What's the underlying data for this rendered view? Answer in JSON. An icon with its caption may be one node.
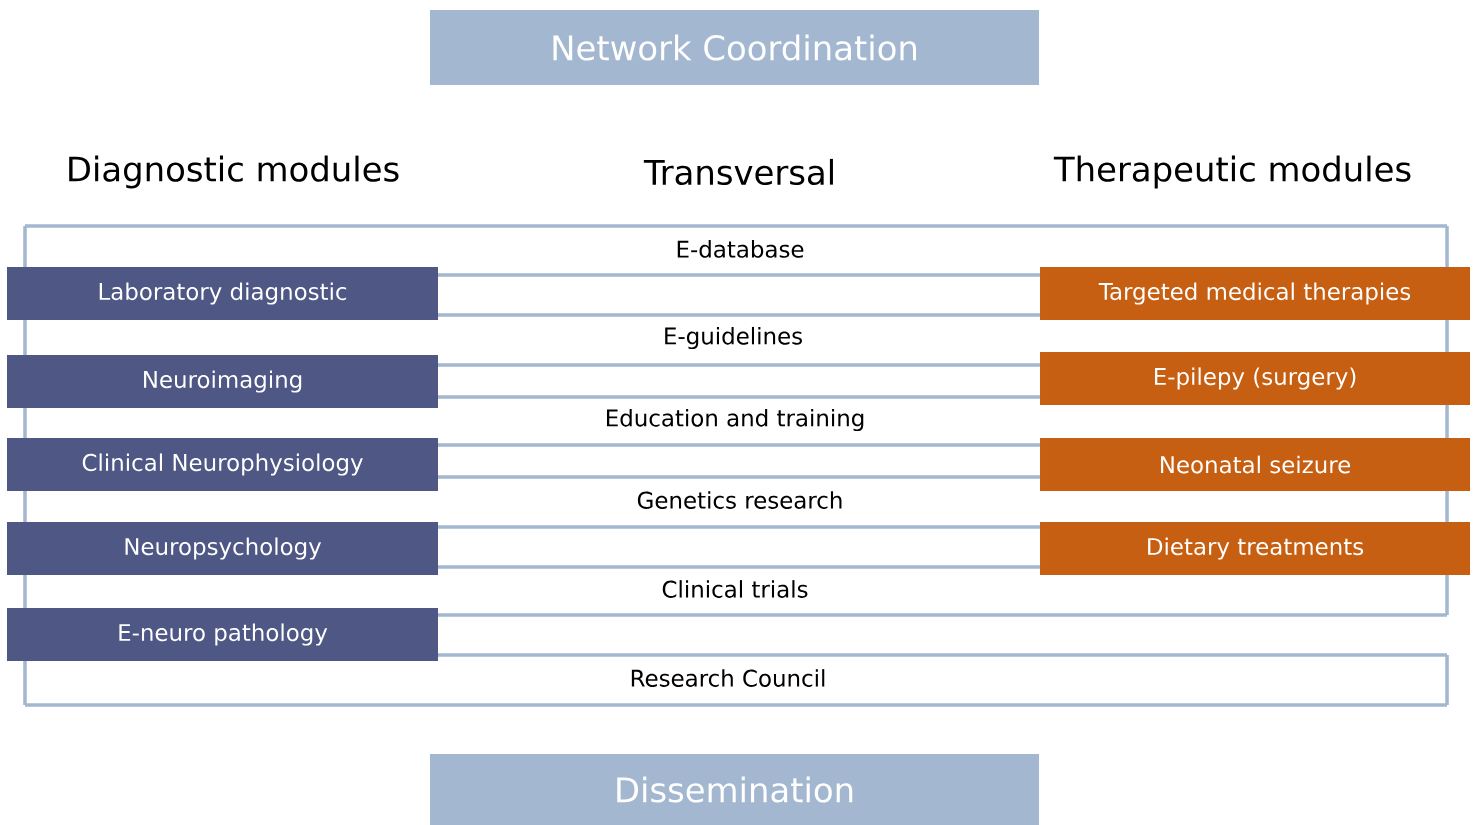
{
  "diagram": {
    "nodes": [
      {
        "text": [
          "Network Coordination"
        ]
      },
      {
        "text": [
          "Laboratory diagnostic"
        ]
      },
      {
        "text": [
          "Neuroimaging"
        ]
      },
      {
        "text": [
          "Clinical Neurophysiology"
        ]
      },
      {
        "text": [
          "Neuropsychology"
        ]
      },
      {
        "text": [
          "E-neuro pathology"
        ]
      },
      {
        "text": [
          "Targeted medical therapies"
        ]
      },
      {
        "text": [
          "E-pilepy (surgery)"
        ]
      },
      {
        "text": [
          "Neonatal seizure"
        ]
      },
      {
        "text": [
          "Dietary treatments"
        ]
      },
      {
        "text": [
          "Dissemination"
        ]
      }
    ],
    "labels": [
      "Diagnostic modules",
      "Transversal",
      "Therapeutic modules",
      "E-database",
      "E-guidelines",
      "Education and training",
      "Genetics research",
      "Clinical trials",
      "Research Council"
    ]
  }
}
